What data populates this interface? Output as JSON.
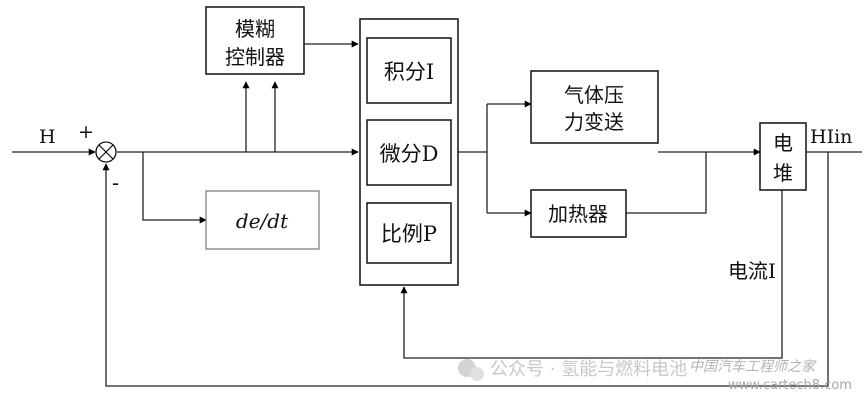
{
  "blocks": {
    "fuzzy_line1": "模糊",
    "fuzzy_line2": "控制器",
    "integral": "积分I",
    "derivative": "微分D",
    "proportional": "比例P",
    "dedt": "de/dt",
    "gas_line1": "气体压",
    "gas_line2": "力变送",
    "heater": "加热器",
    "stack_line1": "电",
    "stack_line2": "堆"
  },
  "labels": {
    "input": "H",
    "plus": "+",
    "minus": "-",
    "output": "HIin",
    "current": "电流I"
  },
  "watermark": {
    "wechat": "公众号 · 氢能与燃料电池",
    "site_name": "中国汽车工程师之家",
    "site_url": "www.cartech8.com"
  }
}
